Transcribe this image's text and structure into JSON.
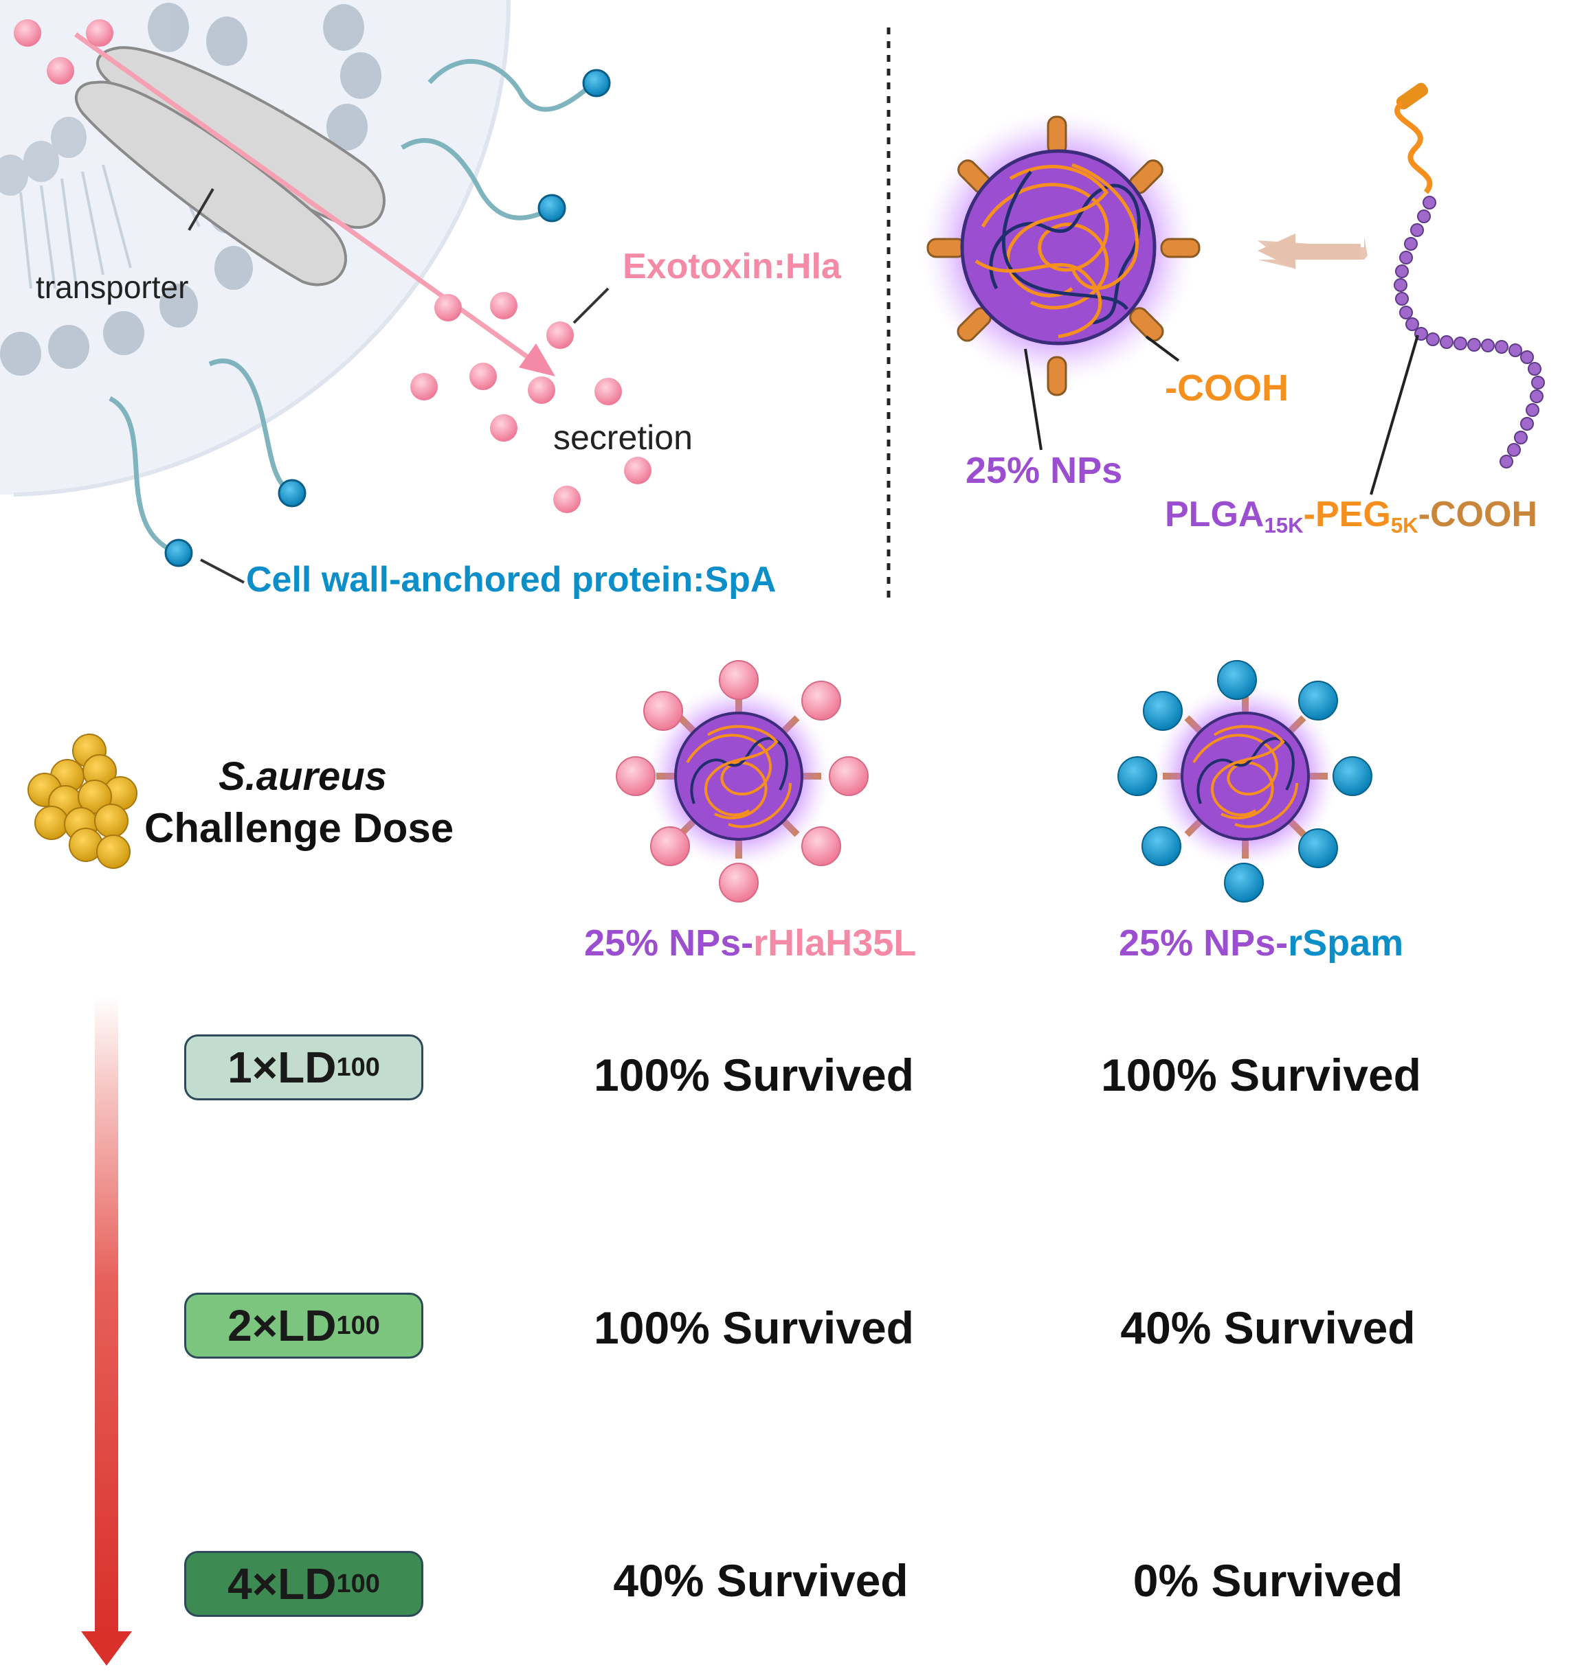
{
  "top_left": {
    "transporter_label": "transporter",
    "exotoxin_label": "Exotoxin:Hla",
    "secretion_label": "secretion",
    "cell_wall_label": "Cell wall-anchored protein:SpA"
  },
  "top_right": {
    "cooh_label": "-COOH",
    "nps_label": "25% NPs",
    "polymer": {
      "plga": "PLGA",
      "plga_sub": "15K",
      "peg": "-PEG",
      "peg_sub": "5K",
      "cooh": "-COOH"
    }
  },
  "middle": {
    "species": "S.aureus",
    "challenge_dose": "Challenge Dose",
    "np1_prefix": "25% NPs-",
    "np1_antigen": "rHlaH35L",
    "np2_prefix": "25% NPs-",
    "np2_antigen": "rSpam"
  },
  "doses": [
    {
      "multiplier": "1×LD",
      "sub": "100",
      "color": "#c2ddd0",
      "col1": "100% Survived",
      "col2": "100% Survived"
    },
    {
      "multiplier": "2×LD",
      "sub": "100",
      "color": "#7cc57f",
      "col1": "100% Survived",
      "col2": "40% Survived"
    },
    {
      "multiplier": "4×LD",
      "sub": "100",
      "color": "#3d8a52",
      "col1": "40% Survived",
      "col2": "0% Survived"
    }
  ],
  "colors": {
    "exotoxin_pink": "#f48aa5",
    "spa_blue": "#0c8ec8",
    "np_purple": "#9b4fd0",
    "cooh_orange": "#f5901e",
    "dose_arrow_red": "#d9302a"
  },
  "icons": [
    "cell-membrane",
    "transporter-icon",
    "nanoparticle-icon",
    "polymer-chain-icon",
    "bacteria-cluster-icon",
    "dose-gradient-arrow"
  ]
}
